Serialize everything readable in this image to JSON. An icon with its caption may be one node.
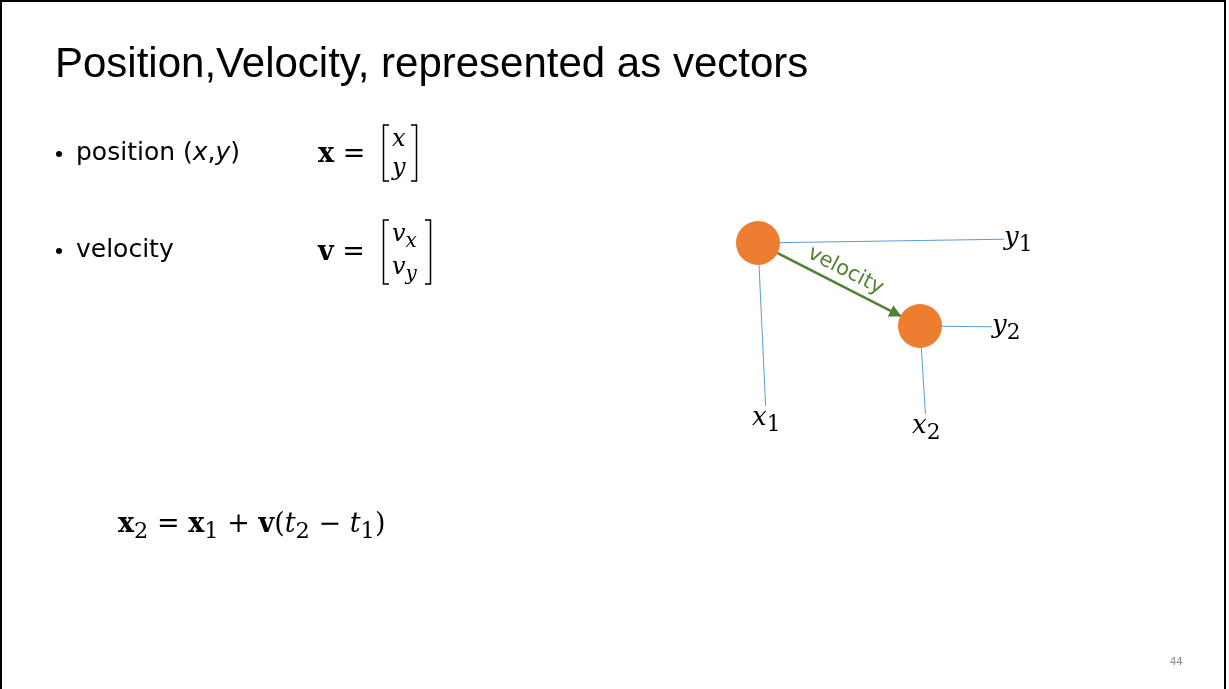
{
  "diagram": {
    "title": "Position,Velocity, represented as vectors",
    "nodes": [
      {
        "text": [],
        "shape": "circle"
      },
      {
        "text": [
          "*y*$_{1}$"
        ]
      },
      {
        "text": [
          "*x*$_{1}$"
        ]
      },
      {
        "text": [],
        "shape": "circle"
      },
      {
        "text": [
          "*y*$_{2}$"
        ]
      },
      {
        "text": [
          "*x*$_{2}$"
        ]
      }
    ],
    "edges": [
      {
        "from": 0,
        "to": 3,
        "arrow": "to",
        "label": "velocity",
        "color": "#548235"
      },
      {
        "from": 0,
        "to": 1,
        "arrow": "none"
      },
      {
        "from": 0,
        "to": 2,
        "arrow": "none"
      },
      {
        "from": 3,
        "to": 4,
        "arrow": "none"
      },
      {
        "from": 3,
        "to": 5,
        "arrow": "none"
      }
    ],
    "labels": [
      "position (*x*,*y*)",
      "**x** =",
      "*x*",
      "*y*",
      "velocity",
      "**v** =",
      "*v*$_{x}$",
      "*v*$_{y}$",
      "**x**$_{2}$ = **x**$_{1}$ + **v**(*t*$_{2}$ − *t*$_{1}$)",
      "44"
    ]
  }
}
